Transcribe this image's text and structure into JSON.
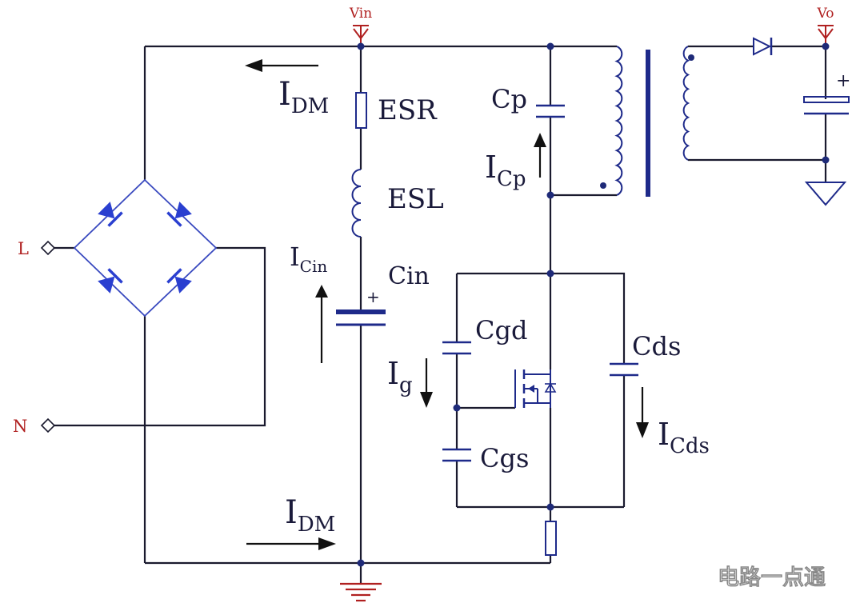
{
  "labels": {
    "vin": "Vin",
    "vo": "Vo",
    "l": "L",
    "n": "N",
    "idm": "I",
    "idm_sub": "DM",
    "esr": "ESR",
    "esl": "ESL",
    "cp": "Cp",
    "icp": "I",
    "icp_sub": "Cp",
    "icin": "I",
    "icin_sub": "Cin",
    "cin": "Cin",
    "cgd": "Cgd",
    "cgs": "Cgs",
    "cds": "Cds",
    "ig": "I",
    "ig_sub": "g",
    "icds": "I",
    "icds_sub": "Cds",
    "plus": "+"
  },
  "watermark": {
    "text": "电路一点通"
  },
  "colors": {
    "wire": "#1a1a2e",
    "component_blue": "#1e2a8a",
    "diode_fill": "#2a3fd0",
    "supply_label": "#b02020"
  }
}
